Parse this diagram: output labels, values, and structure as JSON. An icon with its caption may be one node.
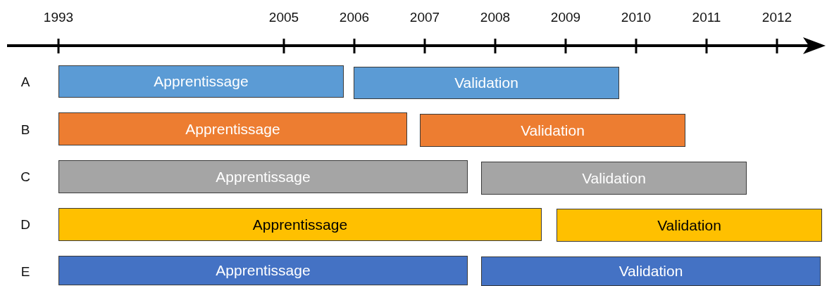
{
  "diagram": {
    "nodes": [
      {
        "text": [
          "Apprentissage"
        ]
      },
      {
        "text": [
          "Validation"
        ]
      },
      {
        "text": [
          "Apprentissage"
        ]
      },
      {
        "text": [
          "Validation"
        ]
      },
      {
        "text": [
          "Apprentissage"
        ]
      },
      {
        "text": [
          "Validation"
        ]
      },
      {
        "text": [
          "Apprentissage"
        ]
      },
      {
        "text": [
          "Validation"
        ]
      },
      {
        "text": [
          "Apprentissage"
        ]
      },
      {
        "text": [
          "Validation"
        ]
      }
    ],
    "edges": [],
    "labels": [
      "1993",
      "2005",
      "2006",
      "2007",
      "2008",
      "2009",
      "2010",
      "2011",
      "2012",
      "A",
      "B",
      "C",
      "D",
      "E"
    ]
  }
}
